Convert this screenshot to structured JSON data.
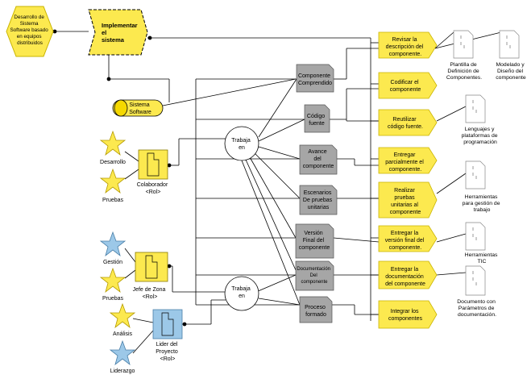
{
  "goal": {
    "lines": [
      "Desarrollo de",
      "Sistema",
      "Software basado",
      "en equipos",
      "distribuidos"
    ]
  },
  "process": {
    "lines": [
      "Implementar",
      "el",
      "sistema"
    ]
  },
  "system": {
    "lines": [
      "Sistema",
      "Software"
    ]
  },
  "actors": {
    "desarrollo": "Desarrollo",
    "pruebas_1": "Pruebas",
    "gestion": "Gestión",
    "pruebas_2": "Pruebas",
    "analisis": "Análisis",
    "liderazgo": "Liderazgo"
  },
  "roles": {
    "colaborador": [
      "Colaborador",
      "<Rol>"
    ],
    "jefe": [
      "Jefe de Zona",
      "<Rol>"
    ],
    "lider": [
      "Lider del",
      "Proyecto",
      "<Rol>"
    ]
  },
  "interactions": {
    "top": [
      "Trabaja",
      "en"
    ],
    "bottom": [
      "Trabaja",
      "en"
    ]
  },
  "artifacts": {
    "componente": [
      "Componente",
      "Comprendido"
    ],
    "codigo": [
      "Código",
      "fuente"
    ],
    "avance": [
      "Avance",
      "del",
      "componente"
    ],
    "escenarios": [
      "Escenarios",
      "De pruebas",
      "unitarias"
    ],
    "version": [
      "Versión",
      "Final del",
      "componente"
    ],
    "documentacion": [
      "Documentación",
      "Del",
      "componente"
    ],
    "proceso": [
      "Proceso",
      "formado"
    ]
  },
  "activities": {
    "a1": [
      "Revisar la",
      "descripción del",
      "componente."
    ],
    "a2": [
      "Codificar el",
      "componente"
    ],
    "a3": [
      "Reutilizar",
      "código fuente."
    ],
    "a4": [
      "Entregar",
      "parcialmente el",
      "componente."
    ],
    "a5": [
      "Realizar",
      "pruebas",
      "unitarias al",
      "componente"
    ],
    "a6": [
      "Entregar la",
      "versión final del",
      "componente."
    ],
    "a7": [
      "Entregar la",
      "documentación",
      "del componente"
    ],
    "a8": [
      "Integrar los",
      "componentes"
    ]
  },
  "resources": {
    "plantilla": [
      "Plantilla de",
      "Definición de",
      "Componentes."
    ],
    "modelado": [
      "Modelado y",
      "Diseño del",
      "componente"
    ],
    "lenguajes": [
      "Lenguajes y",
      "plataformas de",
      "programación"
    ],
    "herr_gestion": [
      "Herramientas",
      "para gestión de",
      "trabajo"
    ],
    "herr_tic": [
      "Herramientas",
      "TIC"
    ],
    "documento": [
      "Documento con",
      "Parámetros de",
      "documentación."
    ]
  },
  "colors": {
    "yellow": "#fce94f",
    "yellow_dark": "#f5d800",
    "gray": "#a6a6a6",
    "blue": "#9cc8e8",
    "line": "#000000"
  }
}
